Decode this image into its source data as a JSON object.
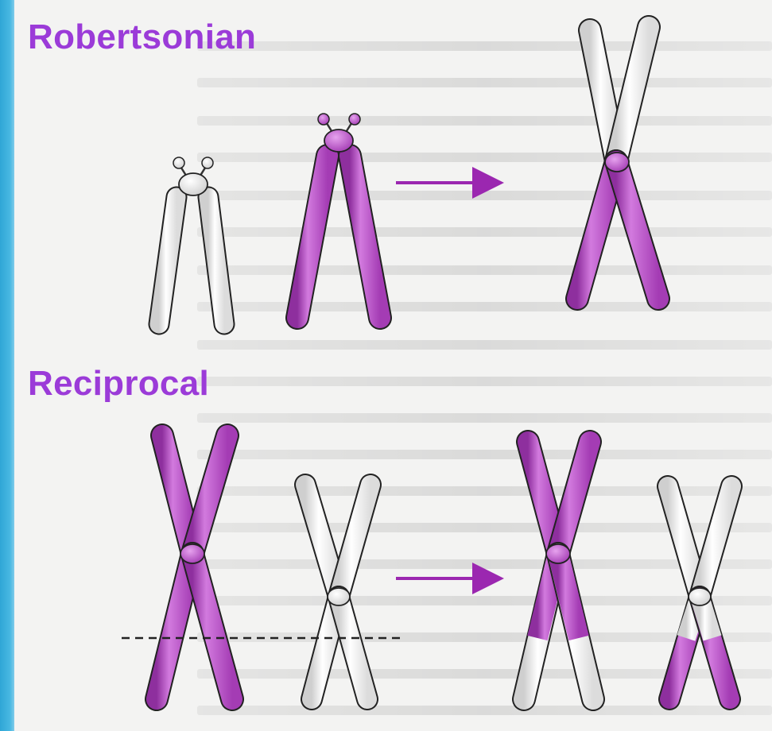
{
  "sections": {
    "robertsonian": {
      "title": "Robertsonian"
    },
    "reciprocal": {
      "title": "Reciprocal"
    }
  },
  "colors": {
    "magenta": "#b653c5",
    "white_chromosome": "#eeeeee",
    "arrow": "#9b27b0",
    "heading": "#9b3bd8",
    "outline": "#222222",
    "side_bar": "#3aaedc"
  },
  "elements": {
    "arrows": [
      "transformation-arrow-top",
      "transformation-arrow-bottom"
    ],
    "breakpoint_line": "dashed"
  }
}
